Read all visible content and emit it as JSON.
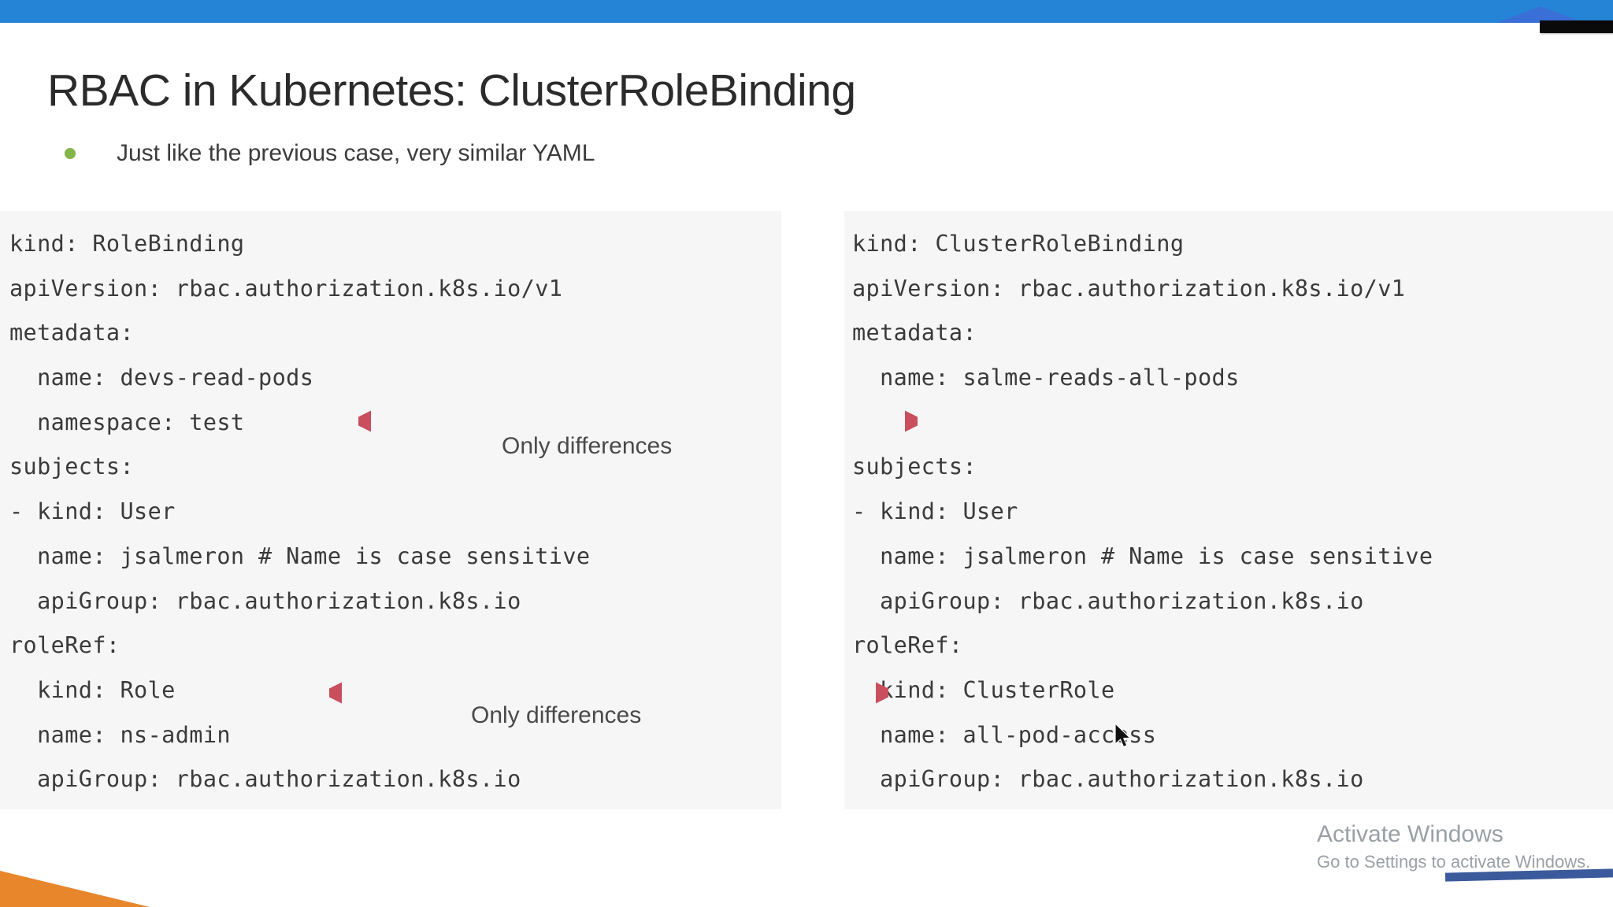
{
  "slide": {
    "title": "RBAC in Kubernetes: ClusterRoleBinding",
    "bullet": "Just like the previous case, very similar YAML"
  },
  "theme": {
    "topbar_blue": "#2684d6",
    "topbar_peak_blue": "#3a6fd8",
    "bullet_green": "#84b547",
    "code_panel_bg": "#f6f6f6",
    "code_text": "#3a3a3a",
    "arrow_red": "#c94f5e",
    "orange_wedge": "#e8862b",
    "watermark_gray": "#9aa0a6",
    "blue_stripe": "#3b5a9b"
  },
  "left_panel": {
    "name": "RoleBinding YAML",
    "lines": [
      "kind: RoleBinding",
      "apiVersion: rbac.authorization.k8s.io/v1",
      "metadata:",
      "  name: devs-read-pods",
      "  namespace: test",
      "subjects:",
      "- kind: User",
      "  name: jsalmeron # Name is case sensitive",
      "  apiGroup: rbac.authorization.k8s.io",
      "roleRef:",
      "  kind: Role",
      "  name: ns-admin",
      "  apiGroup: rbac.authorization.k8s.io"
    ]
  },
  "right_panel": {
    "name": "ClusterRoleBinding YAML",
    "lines": [
      "kind: ClusterRoleBinding",
      "apiVersion: rbac.authorization.k8s.io/v1",
      "metadata:",
      "  name: salme-reads-all-pods",
      "",
      "subjects:",
      "- kind: User",
      "  name: jsalmeron # Name is case sensitive",
      "  apiGroup: rbac.authorization.k8s.io",
      "roleRef:",
      "  kind: ClusterRole",
      "  name: all-pod-access",
      "  apiGroup: rbac.authorization.k8s.io"
    ]
  },
  "annotations": [
    {
      "label": "Only differences"
    },
    {
      "label": "Only differences"
    }
  ],
  "watermark": {
    "title": "Activate Windows",
    "subtitle": "Go to Settings to activate Windows."
  }
}
